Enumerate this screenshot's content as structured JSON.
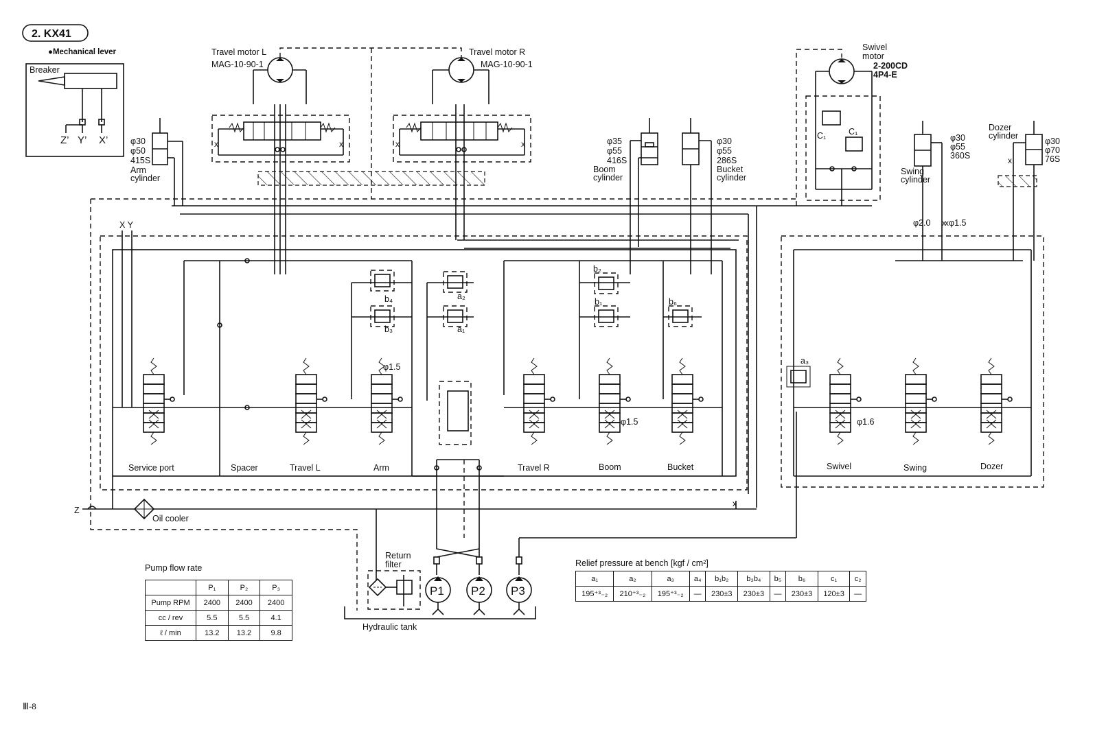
{
  "header": {
    "title": "2.  KX41",
    "subtitle": "●Mechanical lever"
  },
  "breaker": {
    "label": "Breaker",
    "ports": [
      "Z’",
      "Y’",
      "X’"
    ]
  },
  "motors": {
    "travel_l": {
      "name": "Travel motor L",
      "model": "MAG-10-90-1"
    },
    "travel_r": {
      "name": "Travel motor R",
      "model": "MAG-10-90-1"
    },
    "swivel": {
      "name_1": "Swivel",
      "name_2": "motor",
      "model_1": "2-200CD",
      "model_2": "4P4-E"
    }
  },
  "cylinders": {
    "arm": {
      "spec": [
        "φ30",
        "φ50",
        "415S"
      ],
      "name": [
        "Arm",
        "cylinder"
      ]
    },
    "boom": {
      "spec": [
        "φ35",
        "φ55",
        "416S"
      ],
      "name": [
        "Boom",
        "cylinder"
      ]
    },
    "bucket": {
      "spec": [
        "φ30",
        "φ55",
        "286S"
      ],
      "name": [
        "Bucket",
        "cylinder"
      ]
    },
    "swing": {
      "spec": [
        "φ30",
        "φ55",
        "360S"
      ],
      "name": [
        "Swing",
        "cylinder"
      ]
    },
    "dozer": {
      "spec": [
        "φ30",
        "φ70",
        "76S"
      ],
      "name": [
        "Dozer",
        "cylinder"
      ]
    }
  },
  "swivel_valve": {
    "c1": "C₁",
    "c1_prime": "C₁"
  },
  "orifices": {
    "x_y": "X Y",
    "phi20": "φ2.0",
    "phi15_top": "φ1.5",
    "phi15_arm": "φ1.5",
    "phi15_boom": "φ1.5",
    "phi16": "φ1.6"
  },
  "relief_tags": {
    "a1": "a₁",
    "a2": "a₂",
    "a3": "a₃",
    "b1": "b₁",
    "b2": "b₂",
    "b3": "b₃",
    "b4": "b₄",
    "b6": "b₆"
  },
  "sections": [
    "Service port",
    "Spacer",
    "Travel L",
    "Arm",
    "Travel R",
    "Boom",
    "Bucket",
    "Swivel",
    "Swing",
    "Dozer"
  ],
  "misc": {
    "z": "Z",
    "oil_cooler": "Oil cooler",
    "return_filter_1": "Return",
    "return_filter_2": "filter",
    "hydraulic_tank": "Hydraulic tank"
  },
  "pumps": [
    "P1",
    "P2",
    "P3"
  ],
  "pump_table": {
    "title": "Pump flow rate",
    "columns": [
      "",
      "P₁",
      "P₂",
      "P₃"
    ],
    "rows": [
      [
        "Pump RPM",
        "2400",
        "2400",
        "2400"
      ],
      [
        "cc / rev",
        "5.5",
        "5.5",
        "4.1"
      ],
      [
        "ℓ / min",
        "13.2",
        "13.2",
        "9.8"
      ]
    ]
  },
  "relief_table": {
    "title": "Relief pressure at bench [kgf / cm²]",
    "columns": [
      "a₁",
      "a₂",
      "a₃",
      "a₄",
      "b₁b₂",
      "b₃b₄",
      "b₅",
      "b₆",
      "c₁",
      "c₂"
    ],
    "values": [
      "195⁺³₋₂",
      "210⁺³₋₂",
      "195⁺³₋₂",
      "—",
      "230±3",
      "230±3",
      "—",
      "230±3",
      "120±3",
      "—"
    ]
  },
  "page_number": "Ⅲ-8"
}
